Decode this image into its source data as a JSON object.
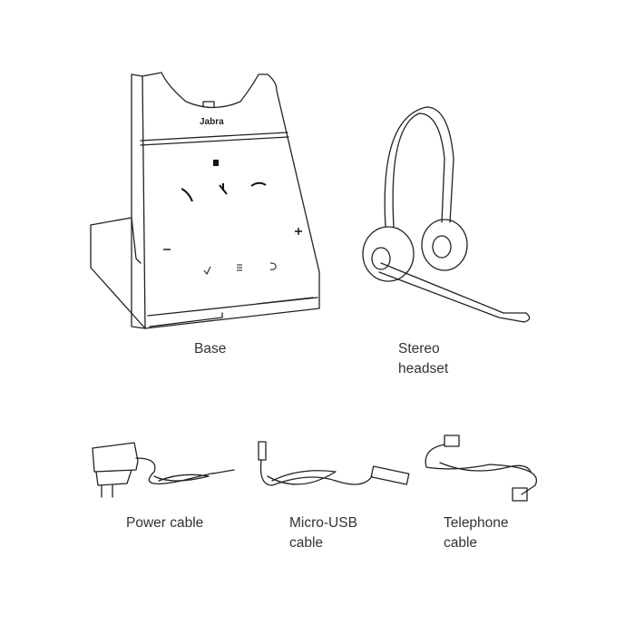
{
  "items": [
    {
      "label_lines": [
        "Base"
      ],
      "logo_text": "Jabra"
    },
    {
      "label_lines": [
        "Stereo",
        "headset"
      ]
    },
    {
      "label_lines": [
        "Power cable"
      ]
    },
    {
      "label_lines": [
        "Micro-USB",
        "cable"
      ]
    },
    {
      "label_lines": [
        "Telephone",
        "cable"
      ]
    }
  ],
  "base_buttons": [
    "nfc-icon",
    "answer-call-icon",
    "mute-icon",
    "end-call-icon",
    "volume-down-icon",
    "volume-up-icon",
    "check-icon",
    "menu-icon",
    "back-icon"
  ]
}
